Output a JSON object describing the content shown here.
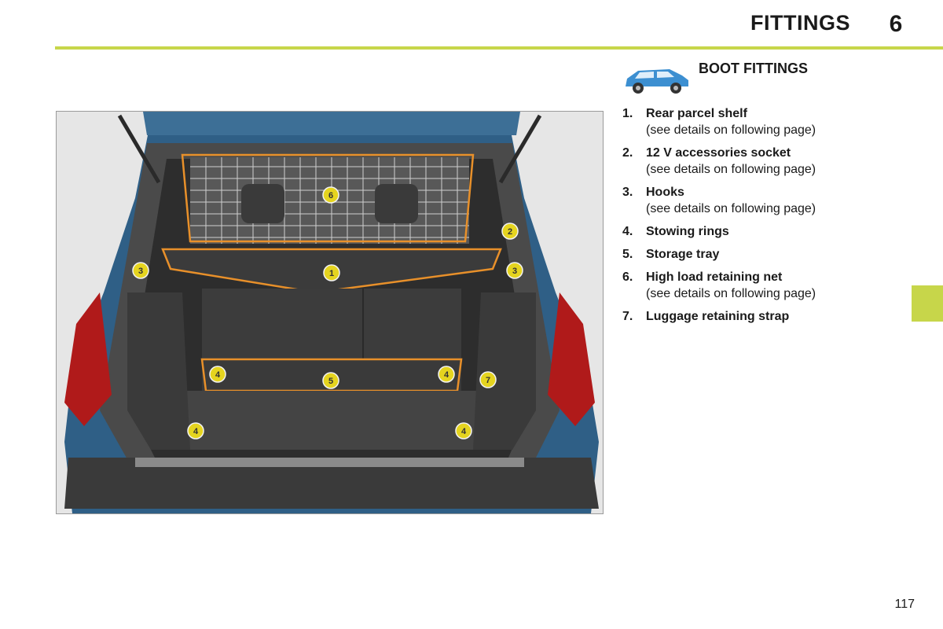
{
  "header": {
    "title": "FITTINGS",
    "chapter": "6"
  },
  "section": {
    "title": "BOOT FITTINGS",
    "icon": "car-estate-icon"
  },
  "items": [
    {
      "number": "1.",
      "label": "Rear parcel shelf",
      "detail": "(see details on following page)"
    },
    {
      "number": "2.",
      "label": "12 V accessories socket",
      "detail": "(see details on following page)"
    },
    {
      "number": "3.",
      "label": "Hooks",
      "detail": "(see details on following page)"
    },
    {
      "number": "4.",
      "label": "Stowing rings",
      "detail": ""
    },
    {
      "number": "5.",
      "label": "Storage tray",
      "detail": ""
    },
    {
      "number": "6.",
      "label": "High load retaining net",
      "detail": "(see details on following page)"
    },
    {
      "number": "7.",
      "label": "Luggage retaining strap",
      "detail": ""
    }
  ],
  "callouts": [
    "1",
    "2",
    "3",
    "3",
    "4",
    "4",
    "4",
    "4",
    "5",
    "6",
    "7"
  ],
  "page_number": "117",
  "colors": {
    "accent": "#c7d64a",
    "car_body": "#2f5f86",
    "highlight": "#e8902a",
    "callout": "#e5d41f"
  }
}
